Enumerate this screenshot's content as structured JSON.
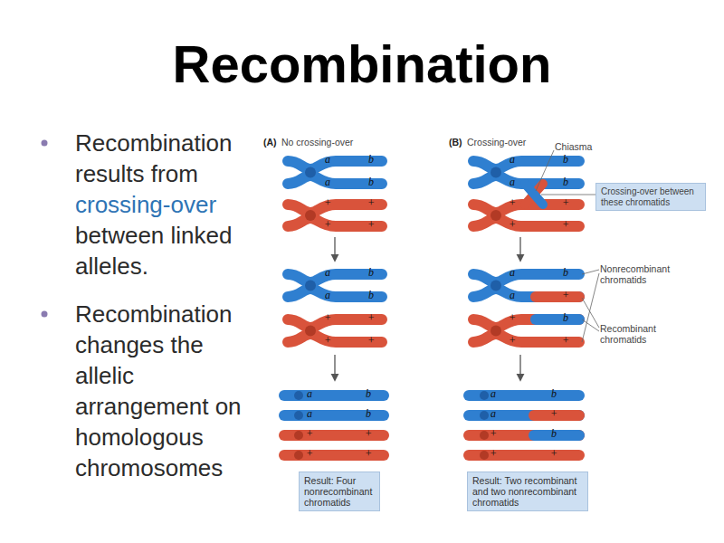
{
  "diagram": {
    "title": "Recombination",
    "nodes": [
      {
        "text": [
          "Crossing-over between these chromatids"
        ]
      },
      {
        "text": [
          "Result: Four nonrecombinant chromatids"
        ]
      },
      {
        "text": [
          "Result: Two recombinant and two nonrecombinant chromatids"
        ]
      }
    ],
    "labels": [
      "Recombination results from",
      "crossing-over",
      "between linked alleles.",
      "Recombination changes the allelic arrangement on homologous chromosomes",
      "(A)",
      "No crossing-over",
      "(B)",
      "Crossing-over",
      "Chiasma",
      "Nonrecombinant chromatids",
      "Recombinant chromatids",
      "a",
      "b",
      "a",
      "b",
      "+",
      "+",
      "+",
      "+",
      "a",
      "b",
      "a",
      "b",
      "+",
      "+",
      "+",
      "+",
      "a",
      "b",
      "a",
      "b",
      "+",
      "+",
      "+",
      "+",
      "a",
      "b",
      "a",
      "b",
      "+",
      "+",
      "+",
      "+",
      "a",
      "b",
      "a",
      "+",
      "+",
      "b",
      "+",
      "+",
      "a",
      "b",
      "a",
      "+",
      "+",
      "b",
      "+",
      "+"
    ]
  }
}
